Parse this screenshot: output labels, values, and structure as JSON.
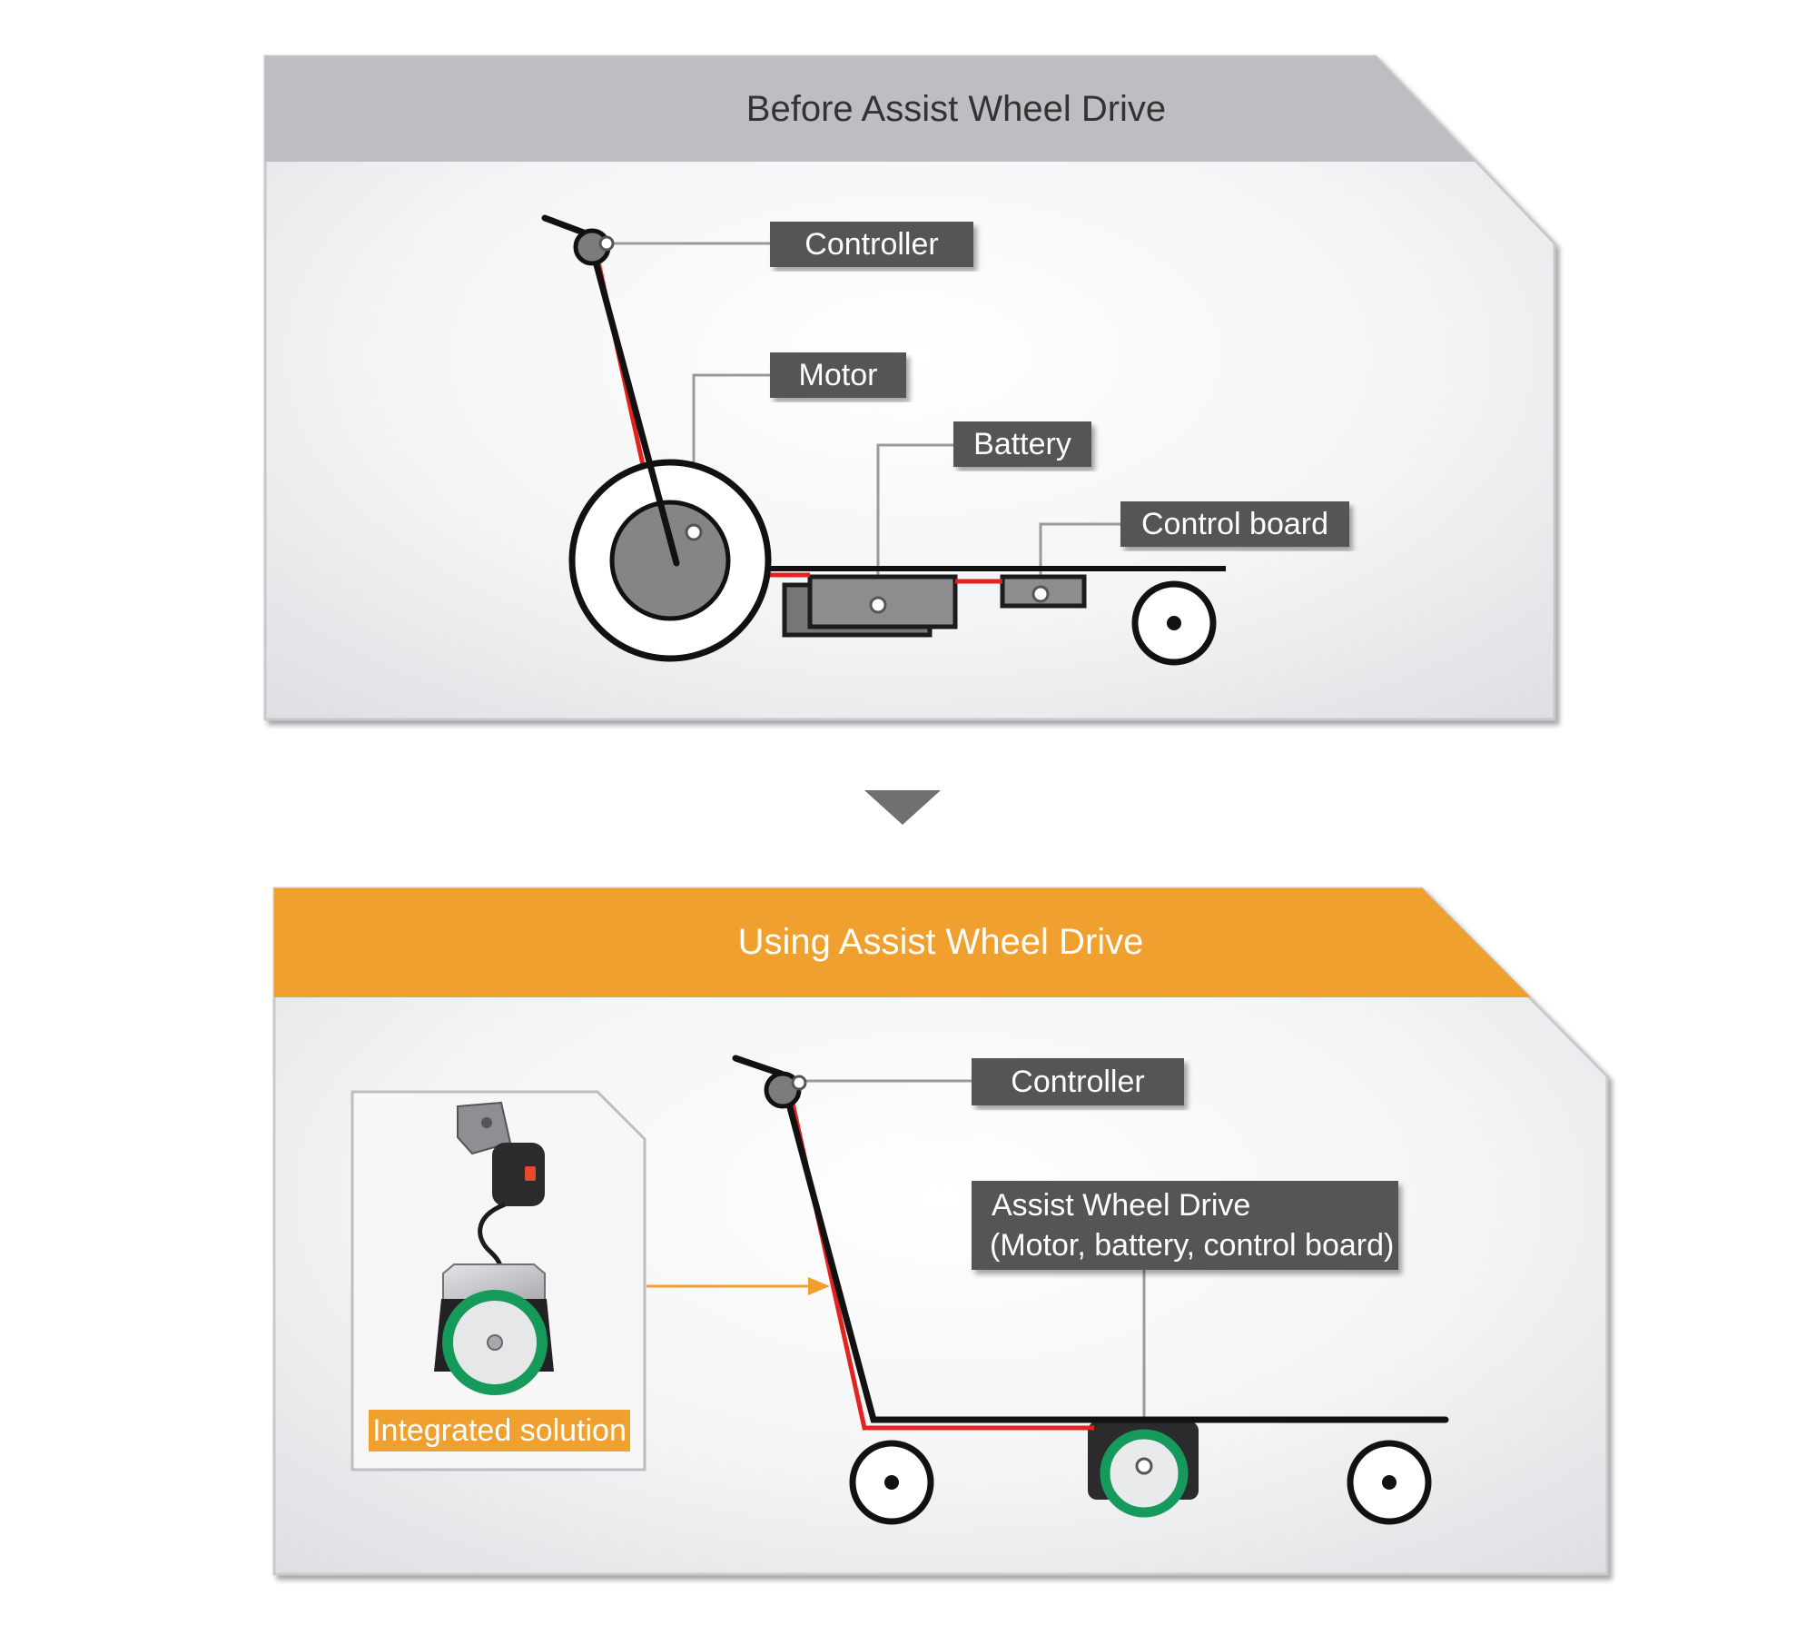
{
  "before": {
    "title": "Before Assist Wheel Drive",
    "labels": {
      "controller": "Controller",
      "motor": "Motor",
      "battery": "Battery",
      "control_board": "Control board"
    }
  },
  "after": {
    "title": "Using Assist Wheel Drive",
    "labels": {
      "controller": "Controller",
      "awd_line1": "Assist Wheel Drive",
      "awd_line2": "(Motor, battery, control board)"
    },
    "inset_label": "Integrated solution"
  },
  "colors": {
    "before_header": "#bdbec1",
    "after_header": "#f0a02e",
    "label_box": "#555557",
    "wire_red": "#e42320",
    "wheel_green": "#159a5c"
  }
}
